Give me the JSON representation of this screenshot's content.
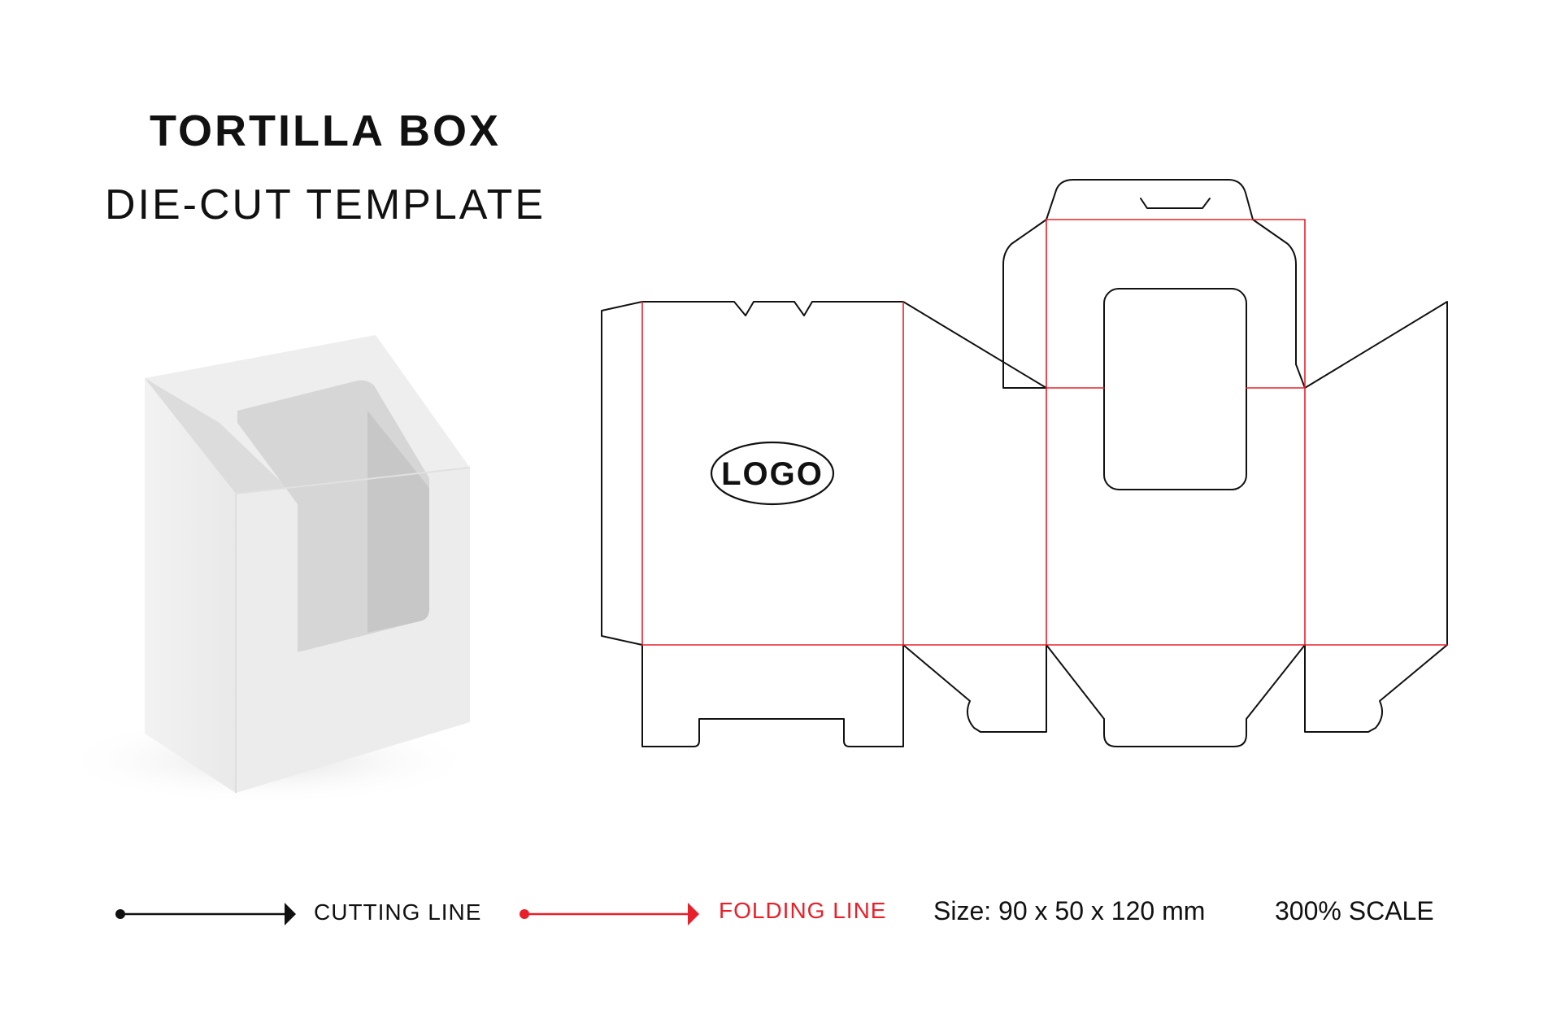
{
  "title": {
    "main": "TORTILLA BOX",
    "sub": "DIE-CUT TEMPLATE"
  },
  "dieline": {
    "logo_text": "LOGO"
  },
  "legend": {
    "cutting_label": "CUTTING LINE",
    "folding_label": "FOLDING LINE",
    "size_text": "Size: 90 x 50 x 120 mm",
    "scale_text": "300% SCALE"
  },
  "colors": {
    "cut_line": "#111111",
    "fold_line": "#e8202a",
    "box_light": "#efefef",
    "box_dark": "#c9c9c9"
  }
}
